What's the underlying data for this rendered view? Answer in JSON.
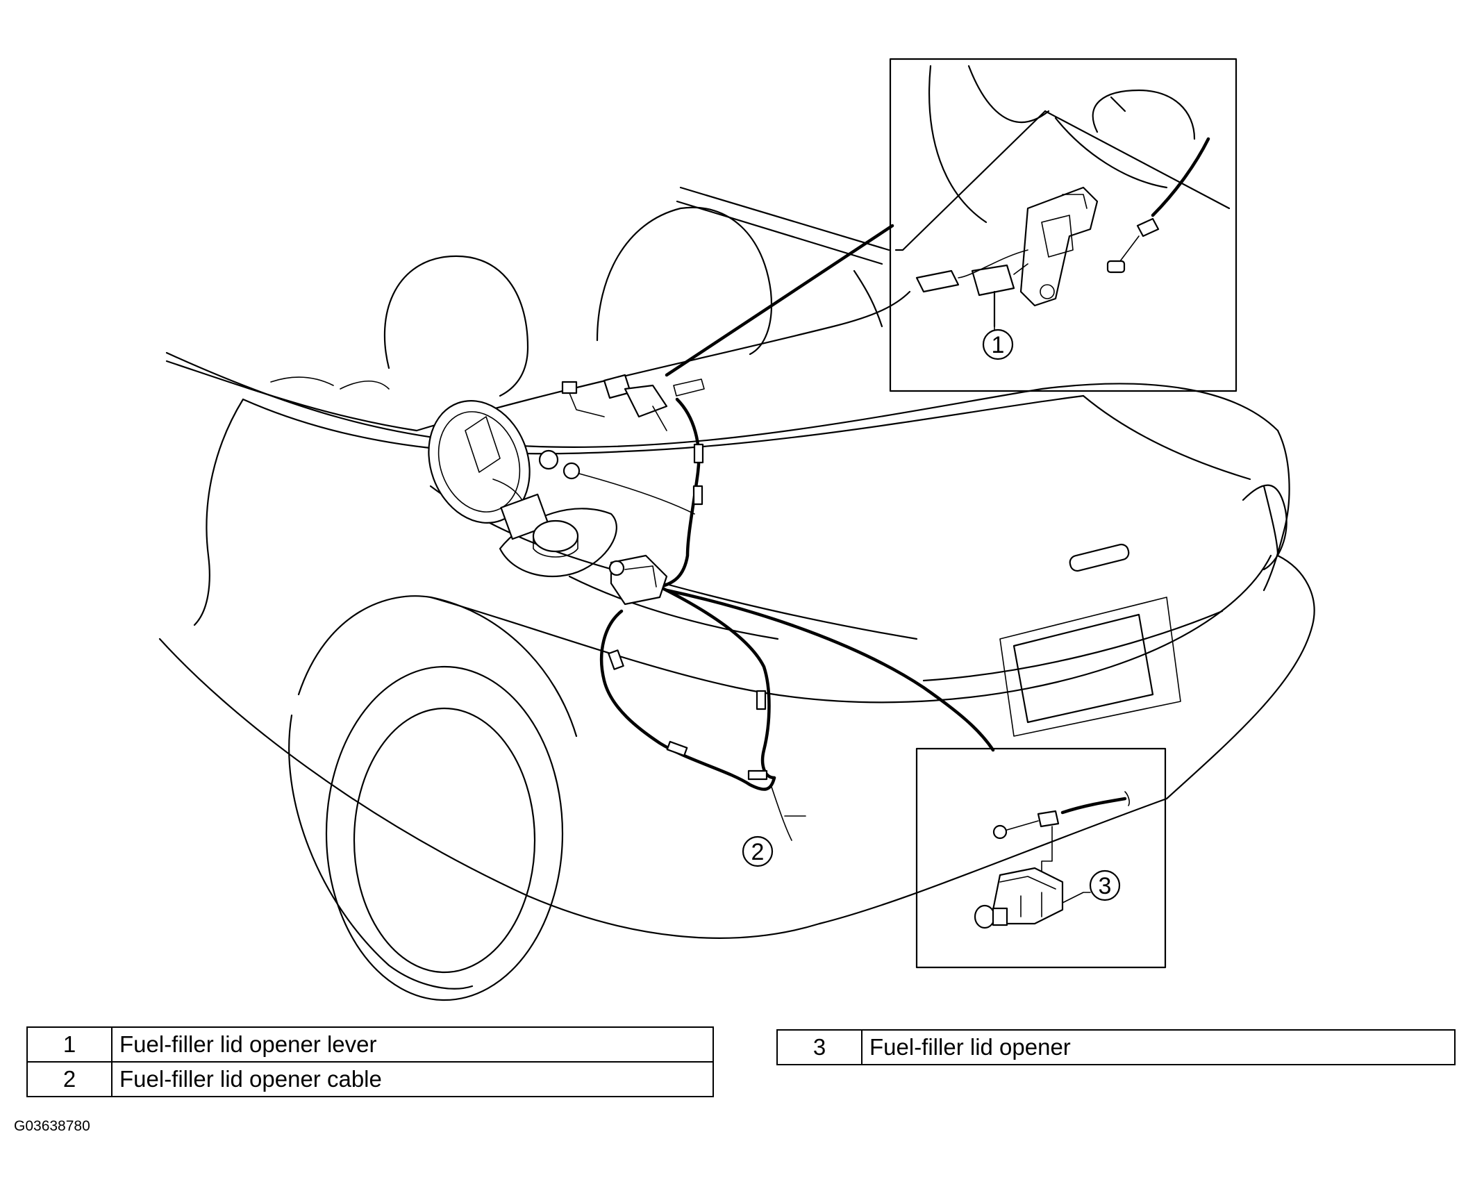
{
  "diagram": {
    "callouts": [
      {
        "number": "1",
        "label": "Fuel-filler lid opener lever"
      },
      {
        "number": "2",
        "label": "Fuel-filler lid opener cable"
      },
      {
        "number": "3",
        "label": "Fuel-filler lid opener"
      }
    ]
  },
  "legend_left": {
    "rows": [
      {
        "number": "1",
        "label": "Fuel-filler lid opener lever"
      },
      {
        "number": "2",
        "label": "Fuel-filler lid opener cable"
      }
    ]
  },
  "legend_right": {
    "rows": [
      {
        "number": "3",
        "label": "Fuel-filler lid opener"
      }
    ]
  },
  "figure_id": "G03638780"
}
